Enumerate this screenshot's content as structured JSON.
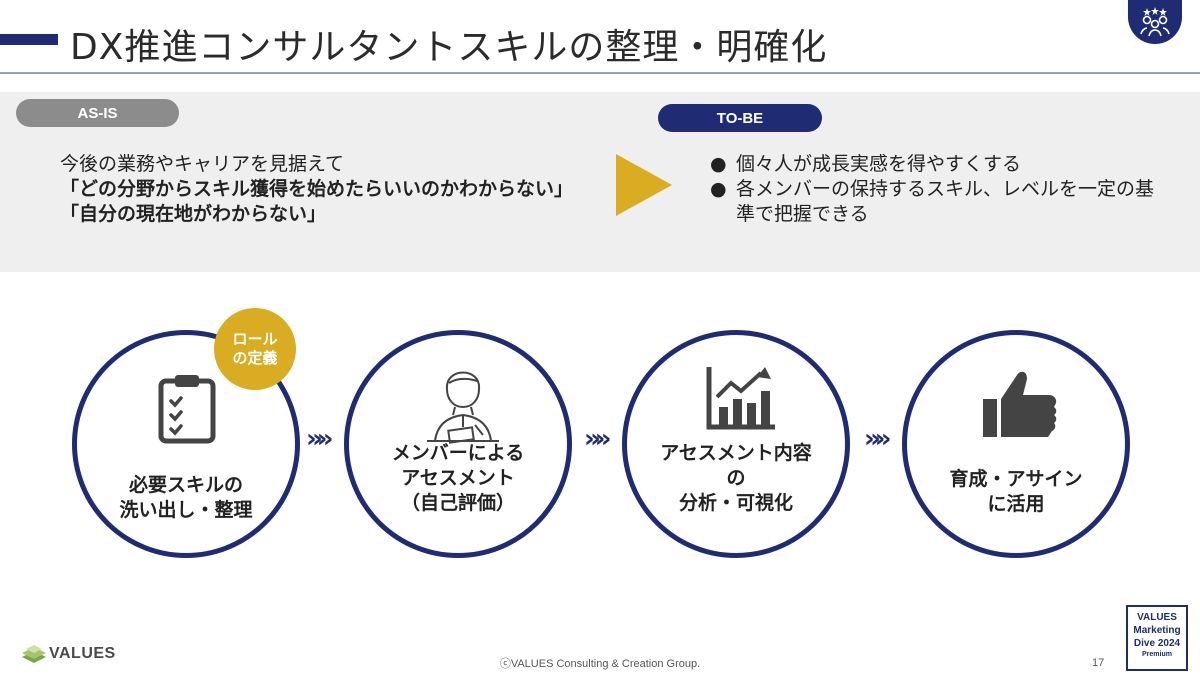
{
  "header": {
    "title": "DX推進コンサルタントスキルの整理・明確化",
    "corner_icon": "award-people-icon"
  },
  "asis": {
    "label": "AS-IS",
    "lines": [
      "今後の業務やキャリアを見据えて",
      "「どの分野からスキル獲得を始めたらいいのかわからない」",
      "「自分の現在地がわからない」"
    ]
  },
  "tobe": {
    "label": "TO-BE",
    "bullet": "●",
    "items": [
      "個々人が成長実感を得やすくする",
      "各メンバーの保持するスキル、レベルを一定の基準で把握できる"
    ]
  },
  "steps": [
    {
      "icon": "clipboard-checklist-icon",
      "lines": [
        "必要スキルの",
        "洗い出し・整理"
      ]
    },
    {
      "icon": "person-writing-icon",
      "lines": [
        "メンバーによる",
        "アセスメント",
        "（自己評価）"
      ]
    },
    {
      "icon": "bar-chart-growth-icon",
      "lines": [
        "アセスメント内容",
        "の",
        "分析・可視化"
      ]
    },
    {
      "icon": "thumbs-up-icon",
      "lines": [
        "育成・アサイン",
        "に活用"
      ]
    }
  ],
  "role_badge": {
    "lines": [
      "ロール",
      "の定義"
    ]
  },
  "separator": "»»",
  "footer": {
    "logo_text": "VALUES",
    "copyright": "ⓒVALUES Consulting & Creation Group.",
    "page_number": "17",
    "event_badge": [
      "VALUES",
      "Marketing",
      "Dive 2024",
      "Premium"
    ]
  },
  "colors": {
    "navy": "#1f2b73",
    "gold": "#d9ac21",
    "gray_pill": "#8c8c8c",
    "panel": "#efefef"
  }
}
